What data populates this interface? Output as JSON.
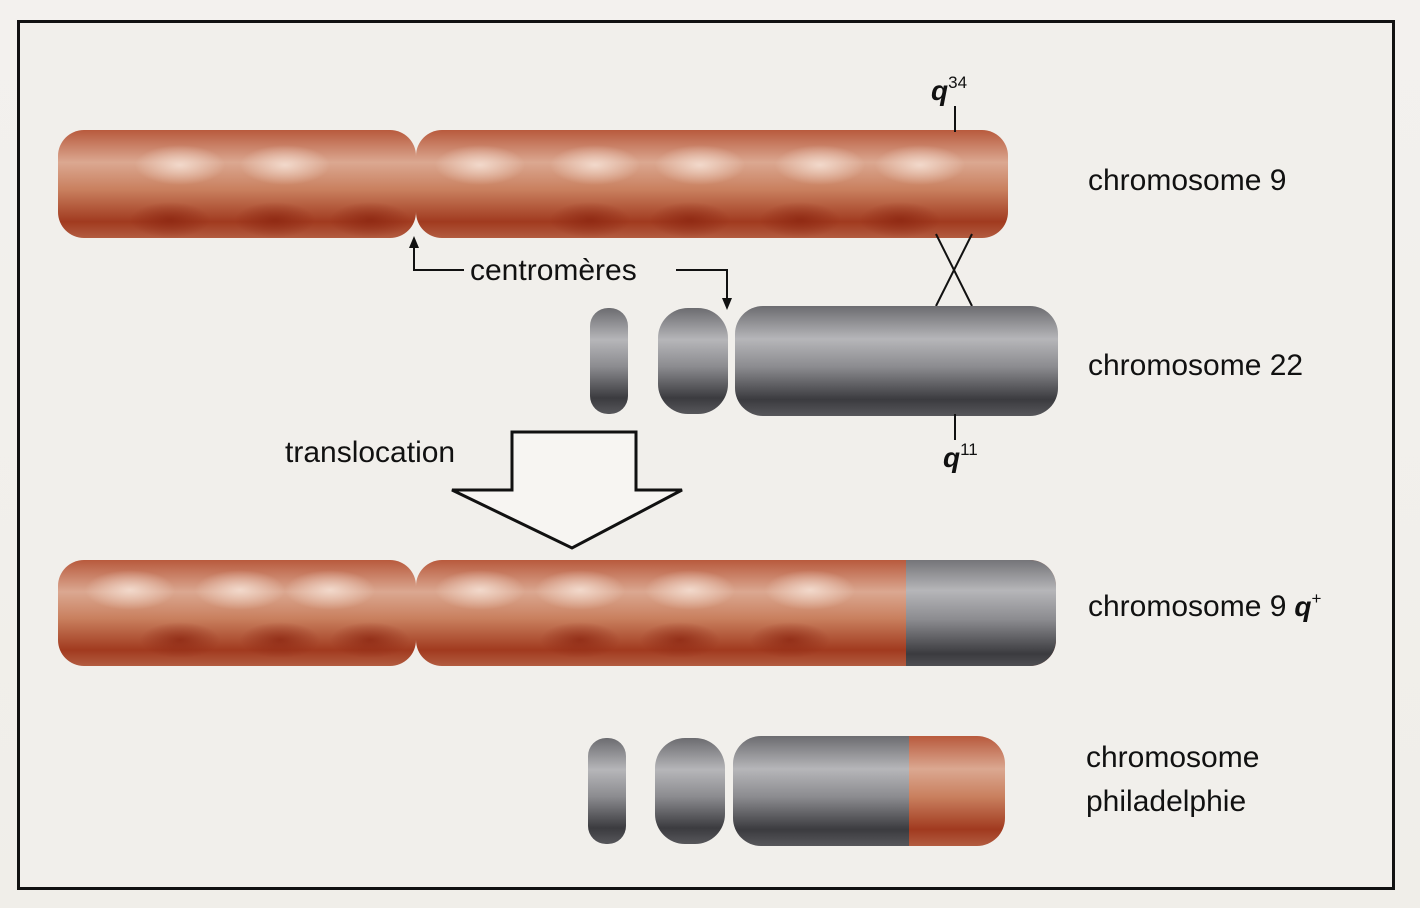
{
  "labels": {
    "chromosome_9": "chromosome 9",
    "chromosome_22": "chromosome 22",
    "chromosome_9q_prefix": "chromosome 9",
    "chromosome_9q_q": "q",
    "chromosome_9q_sup": "+",
    "chromosome_philadelphia_line1": "chromosome",
    "chromosome_philadelphia_line2": "philadelphie",
    "centromeres": "centromères",
    "translocation": "translocation",
    "q34_base": "q",
    "q34_sup": "34",
    "q11_base": "q",
    "q11_sup": "11"
  },
  "colors": {
    "chromosome_9": "#a4462a",
    "chromosome_22": "#4a4a4d",
    "frame": "#111111",
    "background": "#f1efeb"
  }
}
